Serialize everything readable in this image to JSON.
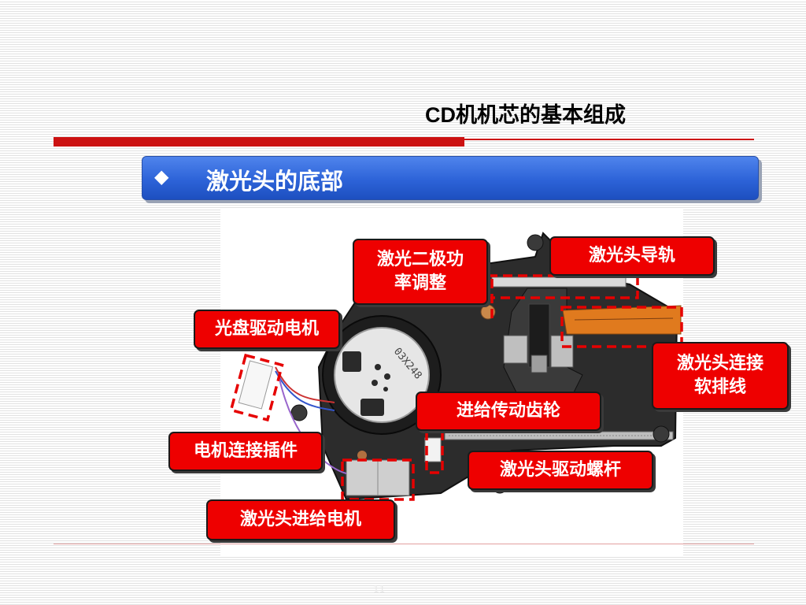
{
  "slide": {
    "title_latin": "CD",
    "title_cjk": "机机芯的基本组成",
    "bullet_symbol": "◆",
    "bullet_text": "激光头的底部",
    "page_number": "11"
  },
  "photo": {
    "motor_print": "03X248"
  },
  "labels": [
    {
      "id": "laser-power-adjust",
      "text": "激光二极功\n率调整"
    },
    {
      "id": "laser-guide-rail",
      "text": "激光头导轨"
    },
    {
      "id": "disc-drive-motor",
      "text": "光盘驱动电机"
    },
    {
      "id": "laser-flex-cable",
      "text": "激光头连接\n软排线"
    },
    {
      "id": "feed-gear",
      "text": "进给传动齿轮"
    },
    {
      "id": "motor-plug",
      "text": "电机连接插件"
    },
    {
      "id": "laser-drive-screw",
      "text": "激光头驱动螺杆"
    },
    {
      "id": "laser-feed-motor",
      "text": "激光头进给电机"
    }
  ],
  "colors": {
    "accent_red": "#ee0000",
    "rule_red": "#cc1111",
    "bullet_blue": "#2d63d8"
  }
}
